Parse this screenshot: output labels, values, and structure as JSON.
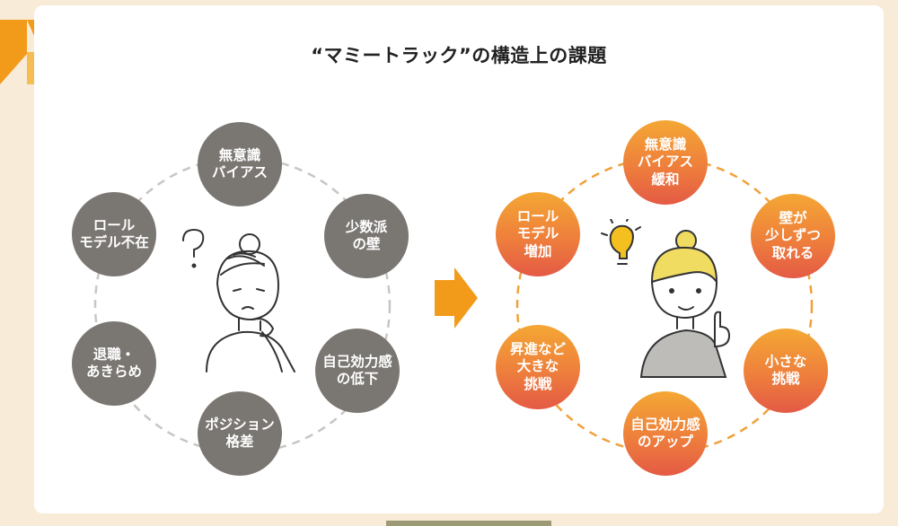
{
  "title": "“マミートラック”の構造上の課題",
  "colors": {
    "background": "#f8ecd9",
    "card": "#ffffff",
    "gray_node": "#7a7672",
    "warm_top": "#f4a734",
    "warm_bottom": "#e45a45",
    "accent_orange": "#f29a1a",
    "dash_gray": "#c9c6c2",
    "dash_orange": "#f0a13a"
  },
  "left_cycle": {
    "nodes": [
      {
        "id": "bias",
        "label": "無意識\nバイアス"
      },
      {
        "id": "minority",
        "label": "少数派\nの壁"
      },
      {
        "id": "efficacy",
        "label": "自己効力感\nの低下"
      },
      {
        "id": "position",
        "label": "ポジション\n格差"
      },
      {
        "id": "quit",
        "label": "退職・\nあきらめ"
      },
      {
        "id": "rolemodel",
        "label": "ロール\nモデル不在"
      }
    ],
    "figure_icon": "confused-woman-question-mark"
  },
  "right_cycle": {
    "nodes": [
      {
        "id": "bias",
        "label": "無意識\nバイアス\n緩和"
      },
      {
        "id": "wall",
        "label": "壁が\n少しずつ\n取れる"
      },
      {
        "id": "challenge",
        "label": "小さな\n挑戦"
      },
      {
        "id": "efficacy",
        "label": "自己効力感\nのアップ"
      },
      {
        "id": "promotion",
        "label": "昇進など\n大きな\n挑戦"
      },
      {
        "id": "rolemodel",
        "label": "ロール\nモデル\n増加"
      }
    ],
    "figure_icon": "idea-woman-lightbulb"
  }
}
